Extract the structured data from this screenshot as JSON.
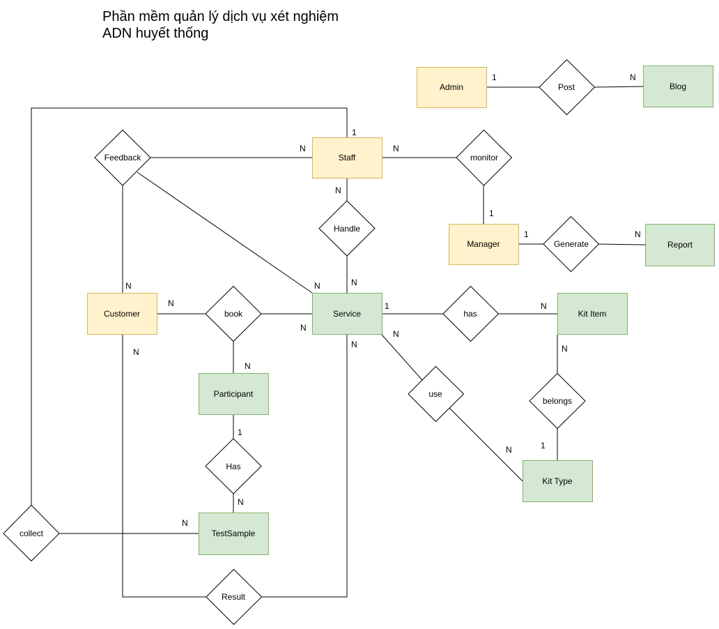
{
  "title": {
    "line1": "Phần mềm quản lý dịch vụ xét nghiệm",
    "line2": "ADN huyết thống"
  },
  "colors": {
    "actor_fill": "#fff2cc",
    "actor_stroke": "#d6b656",
    "entity_fill": "#d5e8d4",
    "entity_stroke": "#82b366",
    "line": "#000000"
  },
  "entities": {
    "admin": "Admin",
    "blog": "Blog",
    "staff": "Staff",
    "manager": "Manager",
    "report": "Report",
    "customer": "Customer",
    "service": "Service",
    "kit_item": "Kit Item",
    "participant": "Participant",
    "kit_type": "Kit Type",
    "test_sample": "TestSample"
  },
  "relationships": {
    "post": "Post",
    "feedback": "Feedback",
    "monitor": "monitor",
    "handle": "Handle",
    "generate": "Generate",
    "book": "book",
    "has_kit": "has",
    "use": "use",
    "belongs": "belongs",
    "has_sample": "Has",
    "collect": "collect",
    "result": "Result"
  },
  "cardinalities": {
    "admin_post": "1",
    "post_blog": "N",
    "staff_top": "1",
    "feedback_staff": "N",
    "staff_monitor": "N",
    "staff_handle": "N",
    "monitor_manager": "1",
    "manager_generate": "1",
    "generate_report": "N",
    "feedback_customer": "N",
    "feedback_service": "N",
    "handle_service": "N",
    "customer_book": "N",
    "book_service": "N",
    "service_has": "1",
    "has_kititem": "N",
    "service_use": "N",
    "service_result": "N",
    "customer_result": "N",
    "book_participant": "N",
    "kititem_belongs": "N",
    "participant_has": "1",
    "use_kittype": "N",
    "belongs_kittype": "1",
    "has_testsample": "N",
    "collect_testsample": "N"
  }
}
